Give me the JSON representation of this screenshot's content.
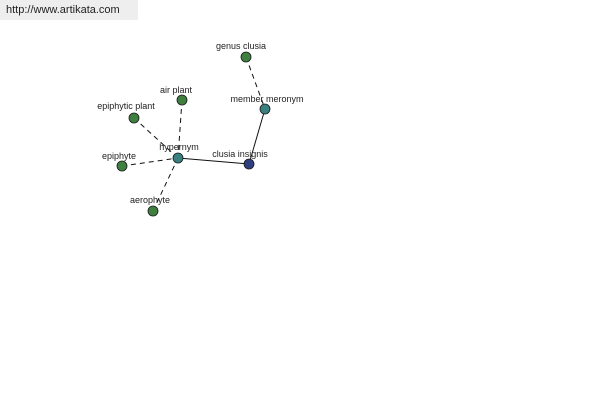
{
  "watermark": {
    "url": "http://www.artikata.com"
  },
  "colors": {
    "leaf_node": "#3f7f3f",
    "relation_node": "#3b8080",
    "center_node": "#2e3f7f",
    "edge": "#111111"
  },
  "nodes": [
    {
      "id": "clusia-insignis",
      "label": "clusia insignis",
      "kind": "center"
    },
    {
      "id": "member-meronym",
      "label": "member meronym",
      "kind": "relation"
    },
    {
      "id": "genus-clusia",
      "label": "genus clusia",
      "kind": "leaf"
    },
    {
      "id": "hypernym",
      "label": "hypernym",
      "kind": "relation"
    },
    {
      "id": "air-plant",
      "label": "air plant",
      "kind": "leaf"
    },
    {
      "id": "epiphytic-plant",
      "label": "epiphytic plant",
      "kind": "leaf"
    },
    {
      "id": "epiphyte",
      "label": "epiphyte",
      "kind": "leaf"
    },
    {
      "id": "aerophyte",
      "label": "aerophyte",
      "kind": "leaf"
    }
  ],
  "edges": [
    {
      "from": "hypernym",
      "to": "clusia-insignis",
      "style": "solid"
    },
    {
      "from": "member-meronym",
      "to": "clusia-insignis",
      "style": "solid"
    },
    {
      "from": "genus-clusia",
      "to": "member-meronym",
      "style": "dashed"
    },
    {
      "from": "air-plant",
      "to": "hypernym",
      "style": "dashed"
    },
    {
      "from": "epiphytic-plant",
      "to": "hypernym",
      "style": "dashed"
    },
    {
      "from": "epiphyte",
      "to": "hypernym",
      "style": "dashed"
    },
    {
      "from": "aerophyte",
      "to": "hypernym",
      "style": "dashed"
    }
  ]
}
